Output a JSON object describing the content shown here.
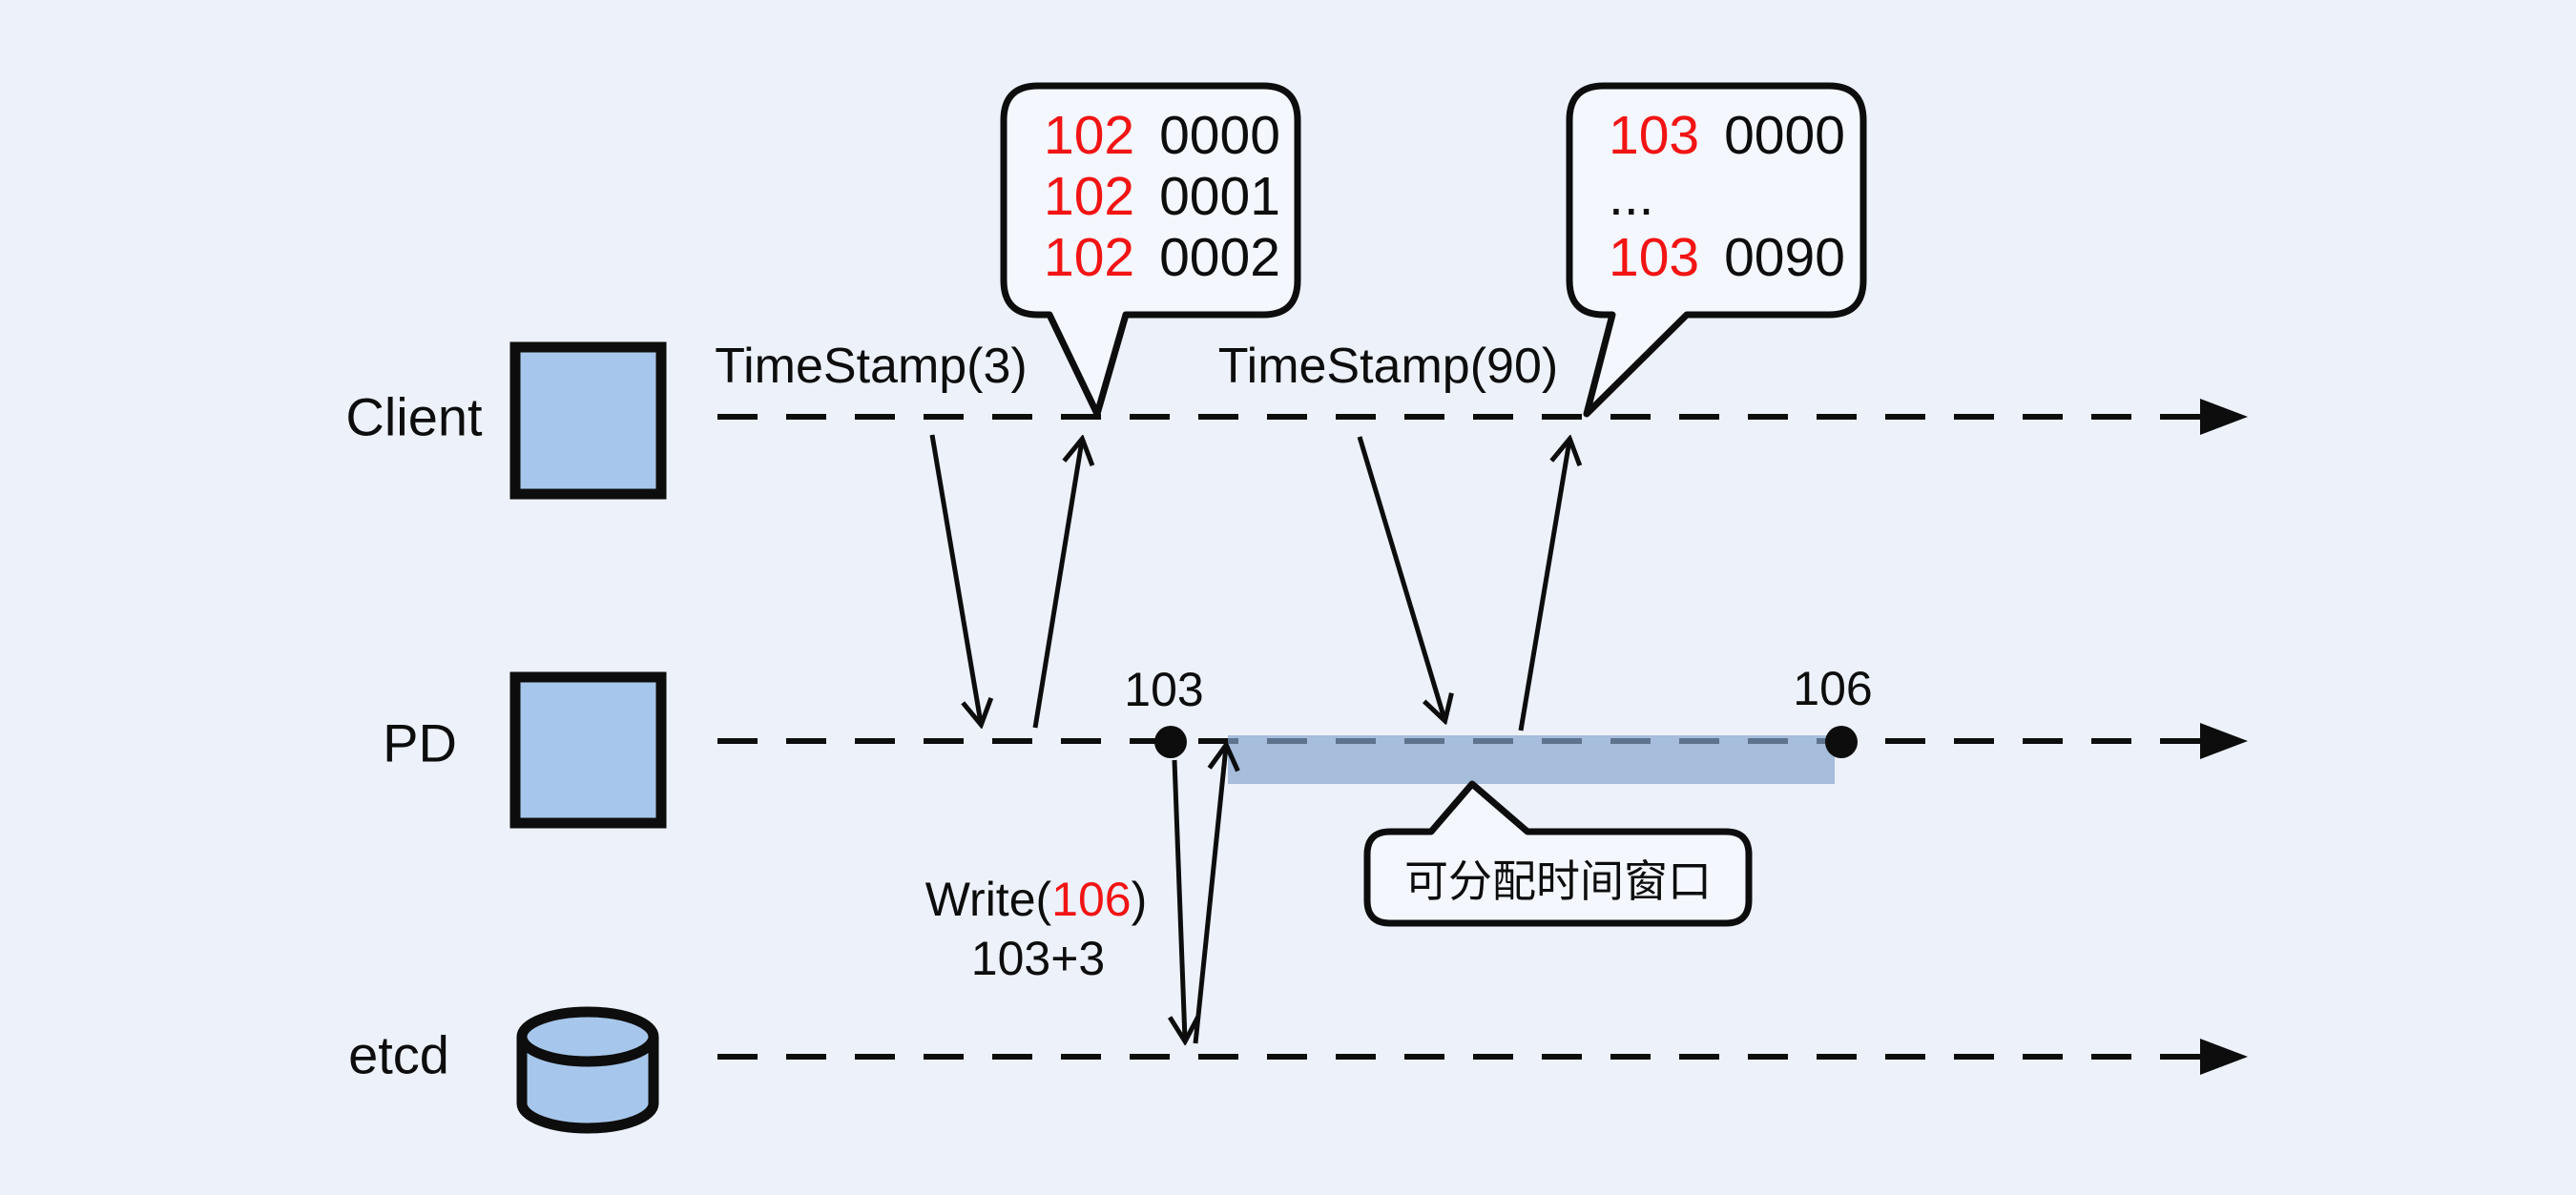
{
  "diagram": {
    "colors": {
      "background": "#edf1fa",
      "node_fill": "#a7c6eb",
      "band_fill": "#84a3cb",
      "red": "#f21414",
      "ink": "#0d0d0d"
    },
    "lanes": [
      {
        "label": "Client",
        "shape": "square"
      },
      {
        "label": "PD",
        "shape": "square"
      },
      {
        "label": "etcd",
        "shape": "cylinder"
      }
    ],
    "messages": {
      "ts3": "TimeStamp(3)",
      "ts90": "TimeStamp(90)",
      "write_prefix": "Write(",
      "write_value": "106",
      "write_suffix": ")",
      "write_note": "103+3"
    },
    "points": {
      "start": "103",
      "end": "106"
    },
    "window": {
      "label": "可分配时间窗口"
    },
    "bubbles": [
      {
        "lines": [
          {
            "red": "102",
            "rest": "0000"
          },
          {
            "red": "102",
            "rest": "0001"
          },
          {
            "red": "102",
            "rest": "0002"
          }
        ]
      },
      {
        "lines": [
          {
            "red": "103",
            "rest": "0000"
          },
          {
            "red": "",
            "rest": "..."
          },
          {
            "red": "103",
            "rest": "0090"
          }
        ]
      }
    ]
  }
}
